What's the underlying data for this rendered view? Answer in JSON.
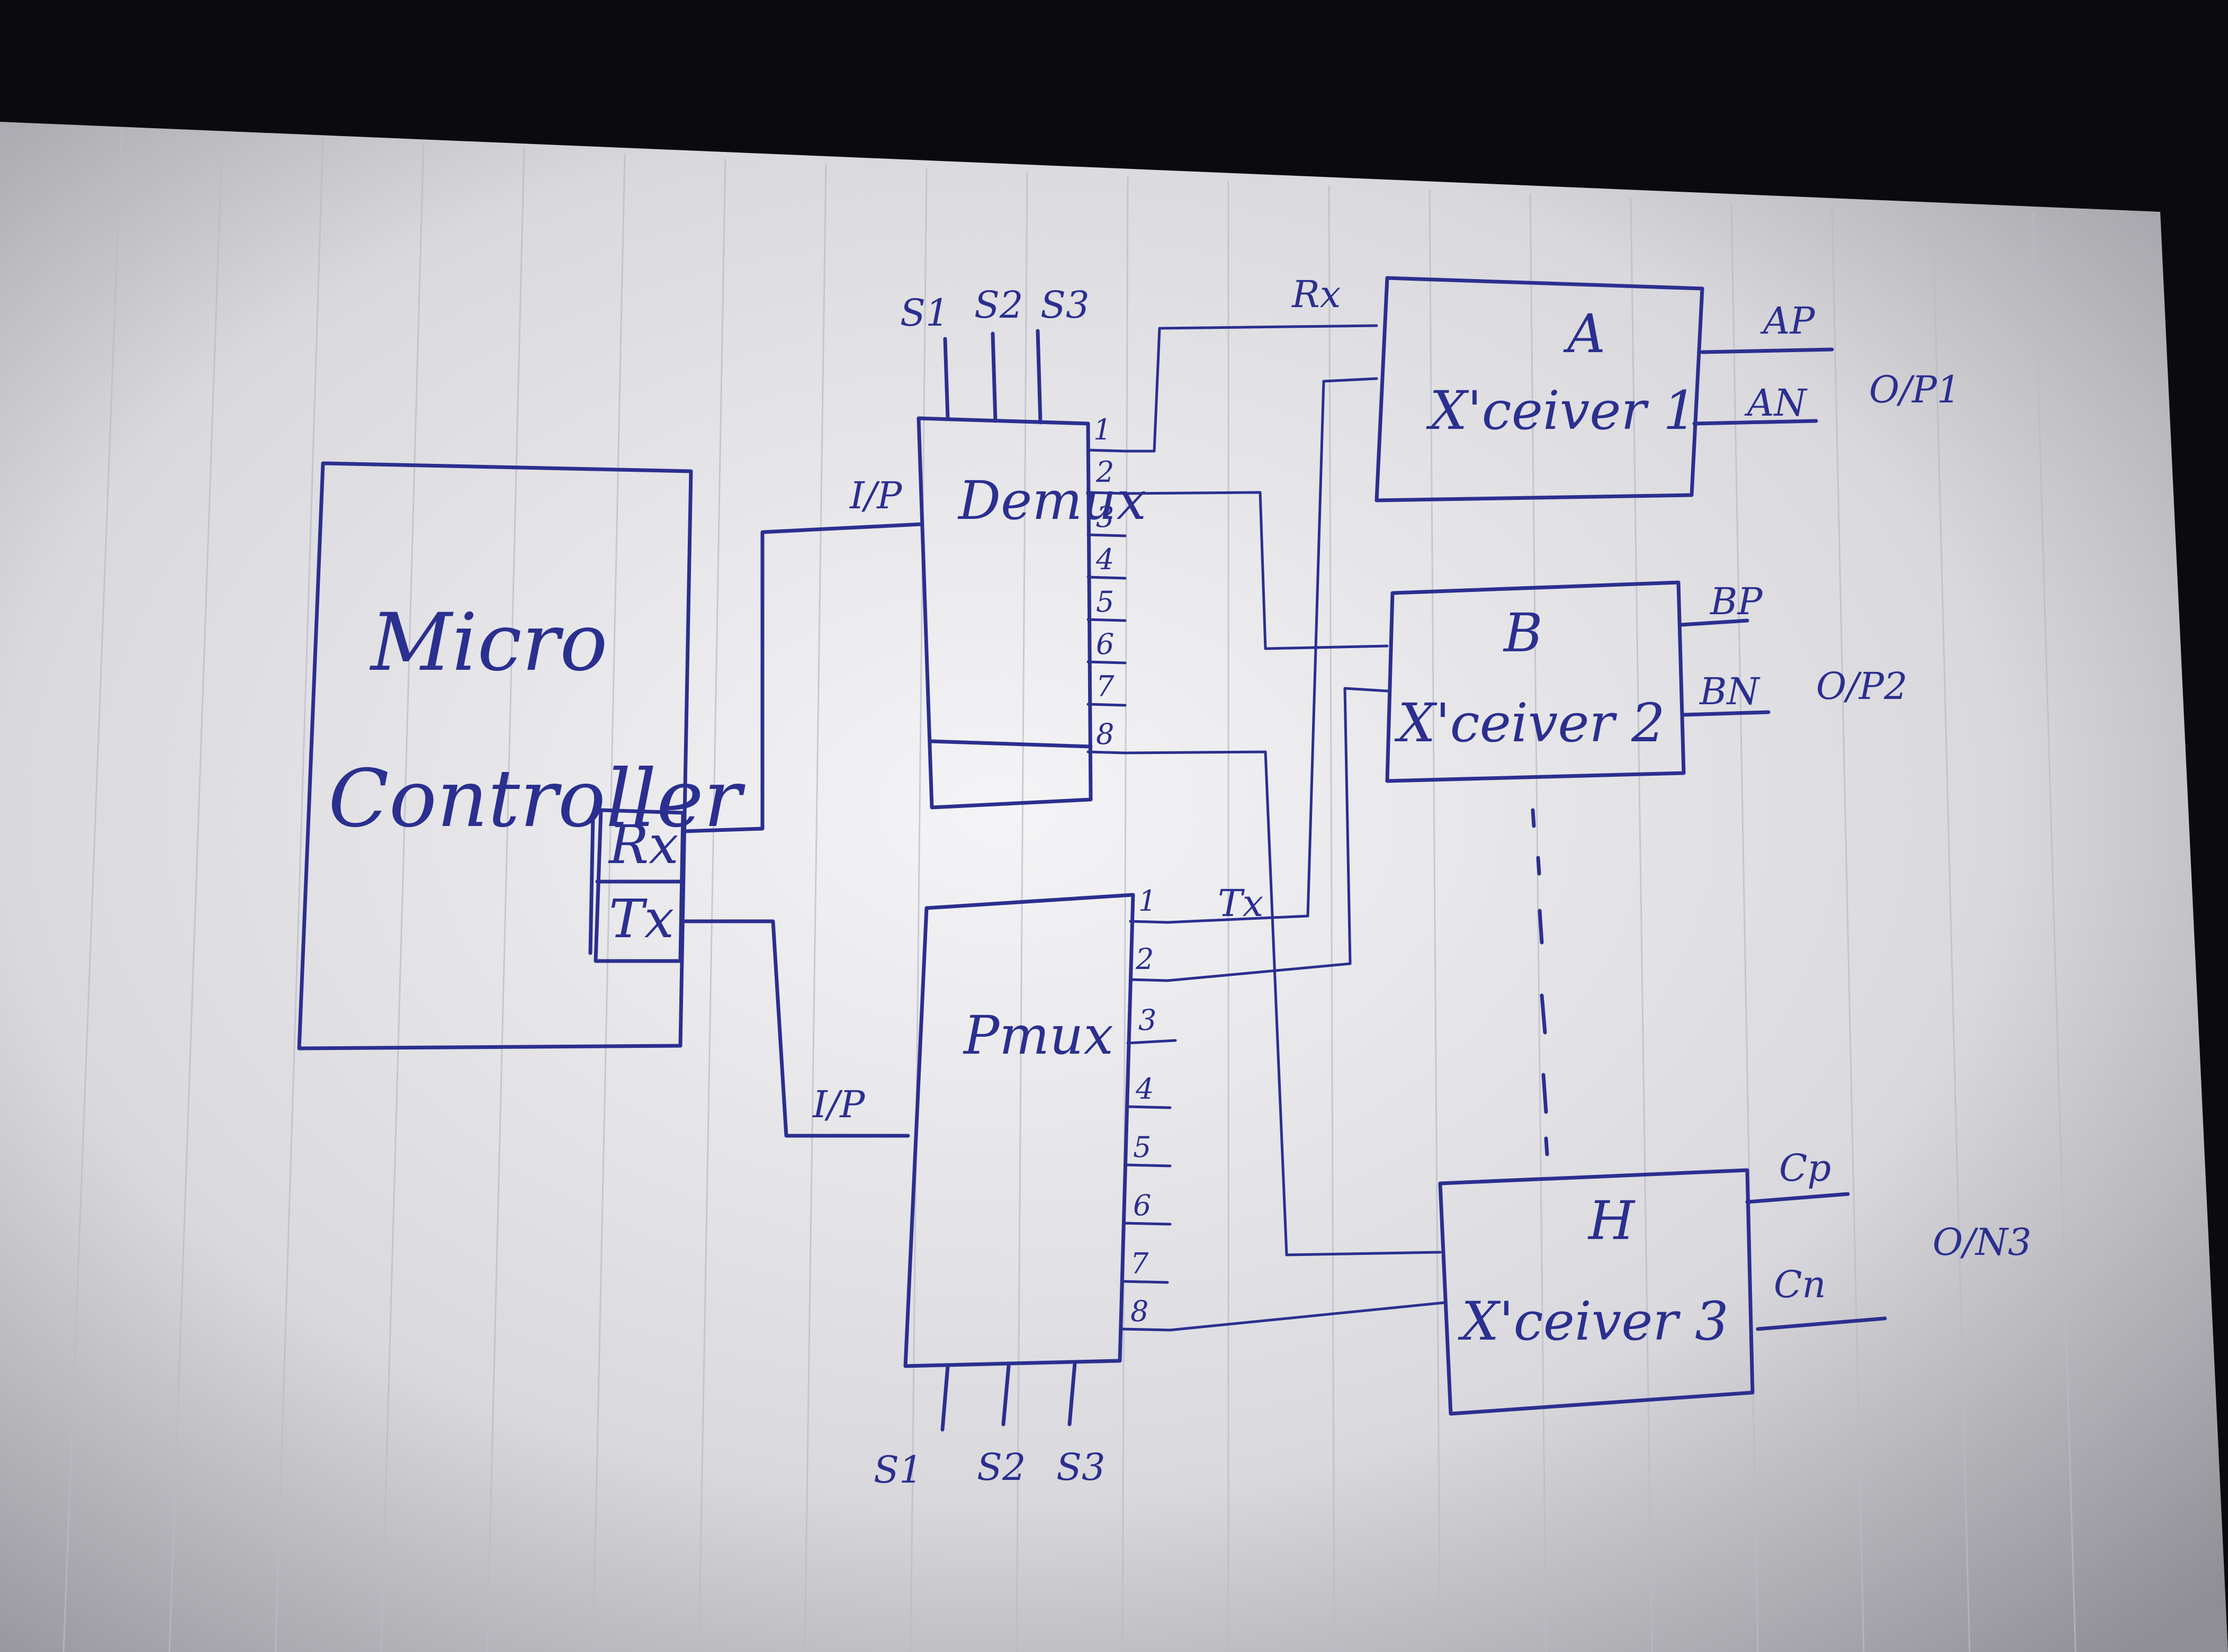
{
  "microcontroller": {
    "line1": "Micro",
    "line2": "Controller",
    "rx": "Rx",
    "tx": "Tx"
  },
  "demux": {
    "title": "Demux",
    "input": "I/P",
    "selects": [
      "S1",
      "S2",
      "S3"
    ],
    "pins": [
      "1",
      "2",
      "3",
      "4",
      "5",
      "6",
      "7",
      "8"
    ]
  },
  "pmux": {
    "title": "Pmux",
    "input": "I/P",
    "selects": [
      "S1",
      "S2",
      "S3"
    ],
    "pins": [
      "1",
      "2",
      "3",
      "4",
      "5",
      "6",
      "7",
      "8"
    ]
  },
  "transceivers": [
    {
      "id": "A",
      "name": "X'ceiver 1",
      "outputs": [
        "AP",
        "AN"
      ],
      "group": "O/P1"
    },
    {
      "id": "B",
      "name": "X'ceiver 2",
      "outputs": [
        "BP",
        "BN"
      ],
      "group": "O/P2"
    },
    {
      "id": "H",
      "name": "X'ceiver 3",
      "outputs": [
        "Cp",
        "Cn"
      ],
      "group": "O/N3"
    }
  ],
  "signal_labels": {
    "rx": "Rx",
    "tx": "Tx"
  },
  "colors": {
    "ink": "#2b2f8f",
    "paper": "#e9e8ea",
    "background": "#0b0b0d"
  }
}
